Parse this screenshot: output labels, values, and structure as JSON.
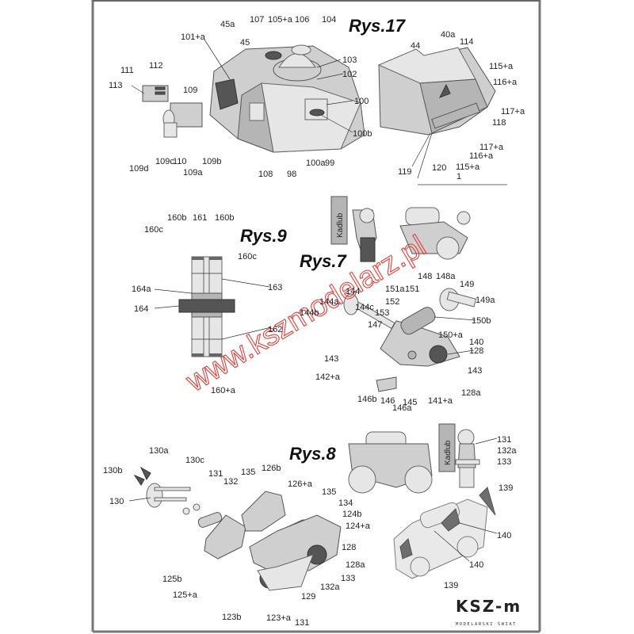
{
  "rys17": {
    "title": "Rys.17",
    "labels": [
      "45a",
      "107",
      "105+a",
      "106",
      "104",
      "101+a",
      "45",
      "103",
      "102",
      "111",
      "112",
      "113",
      "109",
      "100",
      "100b",
      "109d",
      "109c",
      "110",
      "109b",
      "109a",
      "108",
      "98",
      "100a",
      "99",
      "40a",
      "44",
      "114",
      "115+a",
      "116+a",
      "117+a",
      "118",
      "117+a",
      "116+a",
      "115+a",
      "119",
      "120",
      "1"
    ]
  },
  "rys9": {
    "title": "Rys.9",
    "labels": [
      "160b",
      "161",
      "160b",
      "160c",
      "160c",
      "164a",
      "163",
      "164",
      "162",
      "160+a"
    ]
  },
  "rys7": {
    "title": "Rys.7",
    "kadlub": "Kadlub",
    "labels": [
      "148",
      "148a",
      "149",
      "149a",
      "151a",
      "151",
      "152",
      "153",
      "144",
      "144a",
      "144c",
      "144b",
      "147",
      "150b",
      "150+a",
      "140",
      "128",
      "143",
      "143",
      "142+a",
      "128a",
      "146b",
      "146",
      "146a",
      "145",
      "141+a"
    ]
  },
  "rys8": {
    "title": "Rys.8",
    "kadlub": "Kadlub",
    "labels": [
      "130a",
      "130c",
      "130b",
      "131",
      "132",
      "130",
      "135",
      "126b",
      "126+a",
      "135",
      "134",
      "124b",
      "124+a",
      "128",
      "128a",
      "133",
      "132a",
      "129",
      "125b",
      "125+a",
      "123b",
      "123+a",
      "131",
      "131",
      "132a",
      "133",
      "139",
      "140",
      "140",
      "139"
    ]
  },
  "watermark": "www.kszmodelarz.pl",
  "logo": {
    "name": "KSZ-m",
    "tagline": "MODELARSKI ŚWIAT"
  }
}
